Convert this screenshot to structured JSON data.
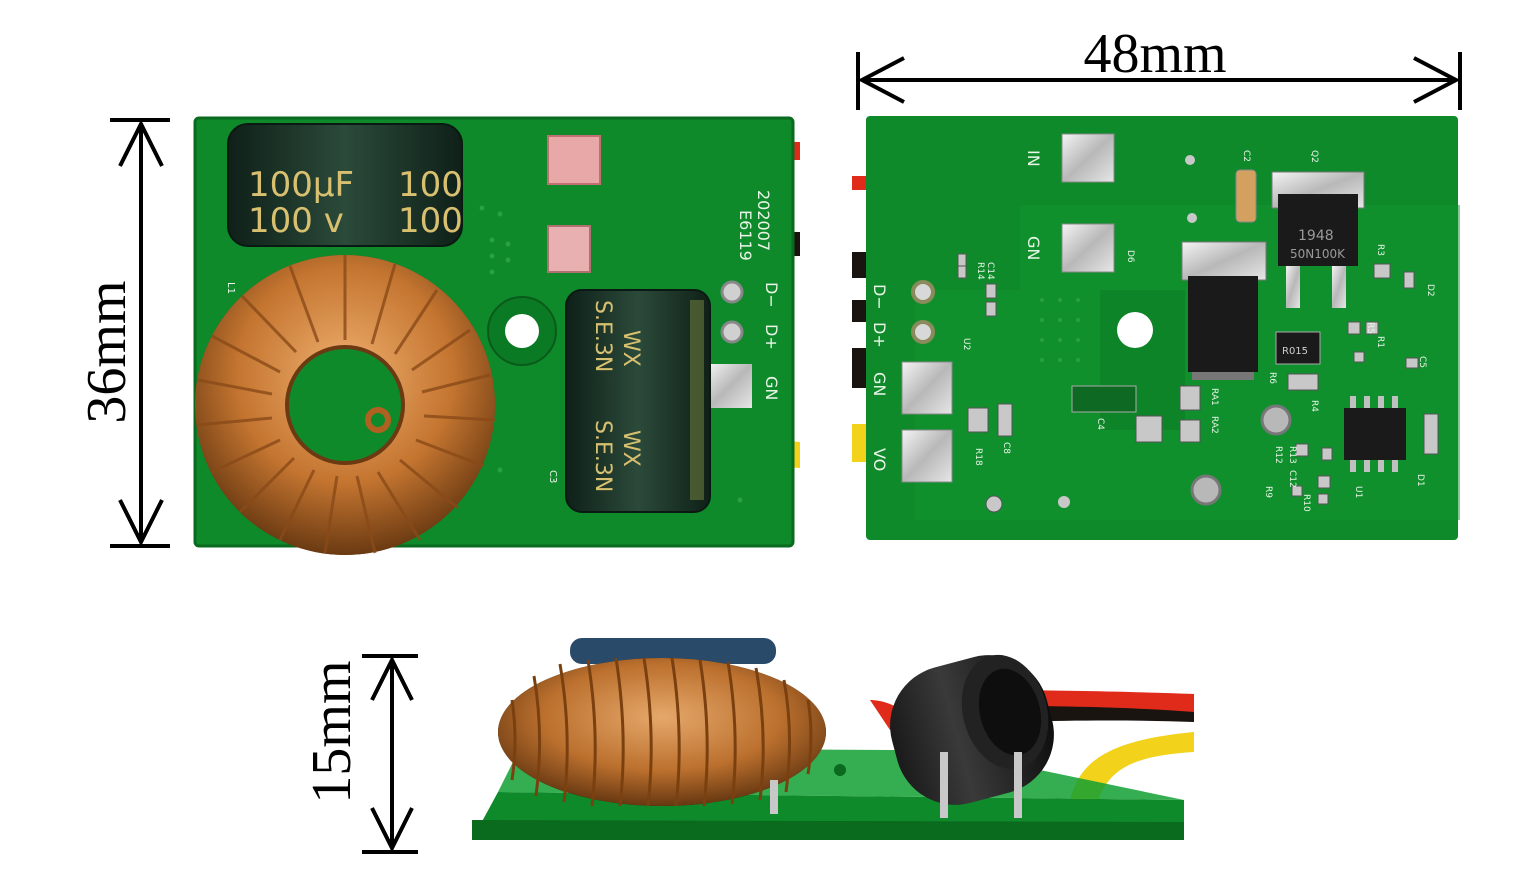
{
  "dimensions": {
    "height_top": "36mm",
    "width_top": "48mm",
    "height_side": "15mm"
  },
  "front_board": {
    "cap_top": {
      "line1_left": "100µF",
      "line1_right": "100",
      "line2_left": "100 v",
      "line2_right": "100"
    },
    "cap_mid": {
      "text1": "S.E.3N",
      "text2": "WX"
    },
    "label_e": "E6119",
    "label_date": "202007",
    "pin_dminus": "D−",
    "pin_dplus": "D+",
    "pin_gn": "GN",
    "silk_c3": "C3",
    "silk_l1": "L1"
  },
  "back_board": {
    "pad_in": "IN",
    "pad_gn_top": "GN",
    "pad_dminus": "D−",
    "pad_dplus": "D+",
    "pad_gn": "GN",
    "pad_vo": "VO",
    "chip_q2_text1": "1948",
    "chip_q2_text2": "50N100K",
    "chip_d6_text": "",
    "chip_u1_text": "",
    "silk_c2": "C2",
    "silk_q2": "Q2",
    "silk_d6": "D6",
    "silk_r3": "R3",
    "silk_d2": "D2",
    "silk_r5": "R5",
    "silk_r1": "R1",
    "silk_c5": "C5",
    "silk_c14": "C14",
    "silk_r14": "R14",
    "silk_u2": "U2",
    "silk_r015": "R015",
    "silk_r6": "R6",
    "silk_r4": "R4",
    "silk_ra1": "RA1",
    "silk_ra2": "RA2",
    "silk_c4": "C4",
    "silk_r18": "R18",
    "silk_c8": "C8",
    "silk_r12": "R12",
    "silk_r13": "R13",
    "silk_c12": "C12",
    "silk_r9": "R9",
    "silk_r10": "R10",
    "silk_u1": "U1",
    "silk_d1": "D1"
  },
  "colors": {
    "pcb_green": "#0e8a2a",
    "copper": "#c87a3a",
    "wire_red": "#e02a1a",
    "wire_yellow": "#f2d21a",
    "wire_black": "#1a1410",
    "cap_body": "#1f3a2e"
  }
}
